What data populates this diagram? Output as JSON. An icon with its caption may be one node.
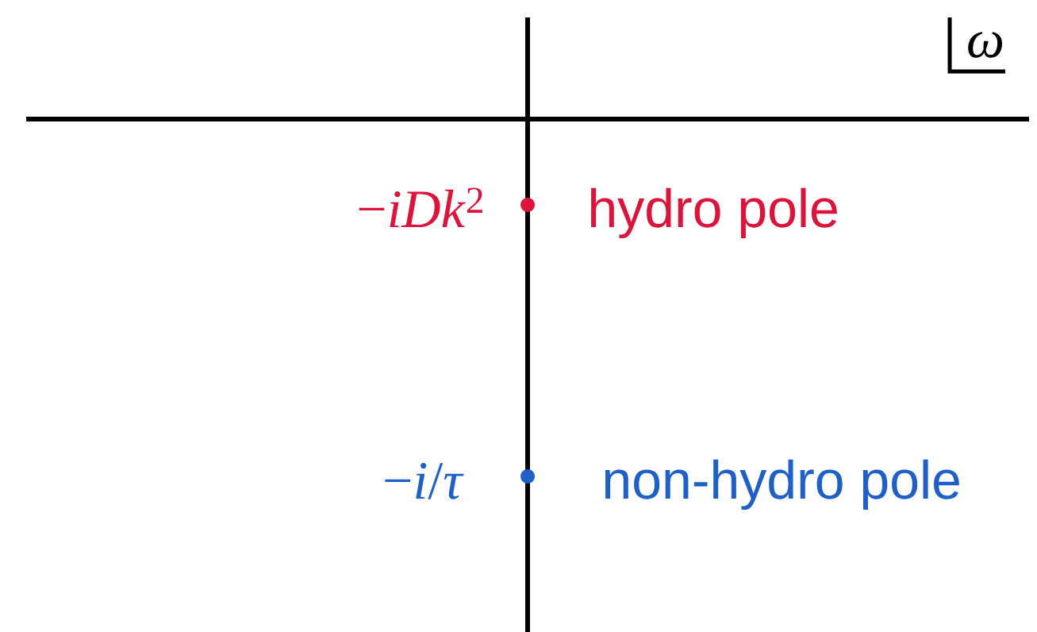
{
  "diagram": {
    "nodes": [
      {
        "text": [],
        "shape": "circle",
        "beside": [
          "−*iDk*$^{2}$",
          "hydro pole"
        ]
      },
      {
        "text": [],
        "shape": "circle",
        "beside": [
          "−*i*/*τ*",
          "non-hydro pole"
        ]
      }
    ],
    "labels": [
      "*ω*"
    ]
  }
}
